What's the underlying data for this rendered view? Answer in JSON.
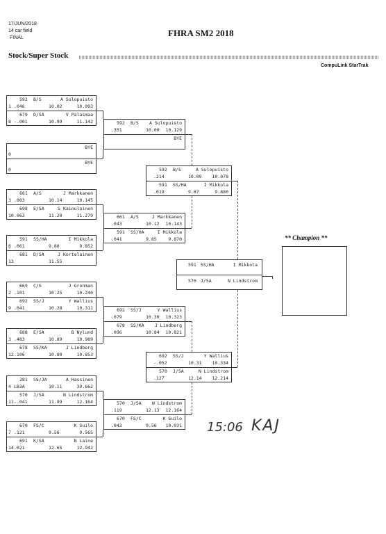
{
  "header": {
    "date": "17/JUN/2018",
    "field": "14 car field",
    "round": "FINAL",
    "title": "FHRA SM2 2018",
    "section": "Stock/Super Stock",
    "software": "CompuLink StarTrak"
  },
  "round1": [
    {
      "top": {
        "car": "592",
        "cls": "B/S",
        "name": "A Sulopuisto",
        "seed": "1",
        "rt": ".046",
        "et": "10.02",
        "sp": "10.093"
      },
      "bot": {
        "car": "679",
        "cls": "D/SA",
        "name": "V Palasmaa",
        "seed": "8",
        "rt": "-.001",
        "et": "10.99",
        "sp": "11.142"
      }
    },
    {
      "top": {
        "car": "",
        "cls": "",
        "name": "BYE",
        "seed": "0",
        "rt": "",
        "et": "",
        "sp": ""
      },
      "bot": {
        "car": "",
        "cls": "",
        "name": "BYE",
        "seed": "0",
        "rt": "",
        "et": "",
        "sp": ""
      }
    },
    {
      "top": {
        "car": "661",
        "cls": "A/S",
        "name": "J Markkanen",
        "seed": "3",
        "rt": ".083",
        "et": "10.14",
        "sp": "10.145"
      },
      "bot": {
        "car": "698",
        "cls": "E/SA",
        "name": "S Kainulainen",
        "seed": "10",
        "rt": ".063",
        "et": "11.20",
        "sp": "11.279"
      }
    },
    {
      "top": {
        "car": "591",
        "cls": "SS/HA",
        "name": "I Mikkola",
        "seed": "6",
        "rt": ".061",
        "et": "9.80",
        "sp": "9.852"
      },
      "bot": {
        "car": "681",
        "cls": "D/SA",
        "name": "J Kortelainen",
        "seed": "13",
        "rt": "",
        "et": "11.55",
        "sp": ""
      }
    },
    {
      "top": {
        "car": "669",
        "cls": "C/S",
        "name": "J Gronman",
        "seed": "2",
        "rt": ".101",
        "et": "10.25",
        "sp": "10.240"
      },
      "bot": {
        "car": "692",
        "cls": "SS/J",
        "name": "Y Wallius",
        "seed": "9",
        "rt": ".041",
        "et": "10.28",
        "sp": "10.311"
      }
    },
    {
      "top": {
        "car": "688",
        "cls": "E/SA",
        "name": "B Nylund",
        "seed": "3",
        "rt": ".483",
        "et": "10.89",
        "sp": "10.989"
      },
      "bot": {
        "car": "678",
        "cls": "SS/KA",
        "name": "J Lindberg",
        "seed": "12",
        "rt": ".106",
        "et": "10.80",
        "sp": "10.853"
      }
    },
    {
      "top": {
        "car": "281",
        "cls": "SS/JA",
        "name": "A Hassinen",
        "seed": "4",
        "rt": "LB3A",
        "et": "10.11",
        "sp": "39.662"
      },
      "bot": {
        "car": "570",
        "cls": "J/SA",
        "name": "N Lindstrom",
        "seed": "11",
        "rt": "-.041",
        "et": "11.99",
        "sp": "12.164"
      }
    },
    {
      "top": {
        "car": "670",
        "cls": "FS/C",
        "name": "K Suilo",
        "seed": "7",
        "rt": ".121",
        "et": "9.56",
        "sp": "9.565"
      },
      "bot": {
        "car": "691",
        "cls": "K/SA",
        "name": "N Laine",
        "seed": "14",
        "rt": ".021",
        "et": "12.65",
        "sp": "12.942"
      }
    }
  ],
  "round2": [
    {
      "top": {
        "car": "592",
        "cls": "B/S",
        "name": "A Sulopuisto",
        "rt": ".351",
        "et": "10.00",
        "sp": "10.129"
      },
      "bot": {
        "car": "",
        "cls": "",
        "name": "BYE",
        "rt": "",
        "et": "",
        "sp": ""
      }
    },
    {
      "top": {
        "car": "661",
        "cls": "A/S",
        "name": "J Markkanen",
        "rt": ".043",
        "et": "10.12",
        "sp": "10.143"
      },
      "bot": {
        "car": "591",
        "cls": "SS/HA",
        "name": "I Mikkola",
        "rt": ".041",
        "et": "9.85",
        "sp": "9.870"
      }
    },
    {
      "top": {
        "car": "692",
        "cls": "SS/J",
        "name": "Y Wallius",
        "rt": ".079",
        "et": "10.30",
        "sp": "10.323"
      },
      "bot": {
        "car": "678",
        "cls": "SS/KA",
        "name": "J Lindberg",
        "rt": ".096",
        "et": "10.84",
        "sp": "10.821"
      }
    },
    {
      "top": {
        "car": "570",
        "cls": "J/SA",
        "name": "N Lindstrom",
        "rt": ".119",
        "et": "12.13",
        "sp": "12.164"
      },
      "bot": {
        "car": "670",
        "cls": "FS/C",
        "name": "K Suilo",
        "rt": ".042",
        "et": "9.56",
        "sp": "10.031"
      }
    }
  ],
  "round3": [
    {
      "top": {
        "car": "592",
        "cls": "B/S",
        "name": "A Sulopuisto",
        "rt": ".214",
        "et": "10.09",
        "sp": "10.078"
      },
      "bot": {
        "car": "591",
        "cls": "SS/HA",
        "name": "I Mikkola",
        "rt": ".019",
        "et": "9.87",
        "sp": "9.880"
      }
    },
    {
      "top": {
        "car": "692",
        "cls": "SS/J",
        "name": "Y Wallius",
        "rt": "-.052",
        "et": "10.31",
        "sp": "10.334"
      },
      "bot": {
        "car": "570",
        "cls": "J/SA",
        "name": "N Lindstrom",
        "rt": ".127",
        "et": "12.14",
        "sp": "12.214"
      }
    }
  ],
  "final": {
    "top": {
      "car": "591",
      "cls": "SS/HA",
      "name": "I Mikkola"
    },
    "bot": {
      "car": "570",
      "cls": "J/SA",
      "name": "N Lindstrom"
    }
  },
  "champion": {
    "label": "** Champion **",
    "name": ""
  },
  "handwriting": {
    "time": "15:06",
    "initials": "KAJ"
  }
}
